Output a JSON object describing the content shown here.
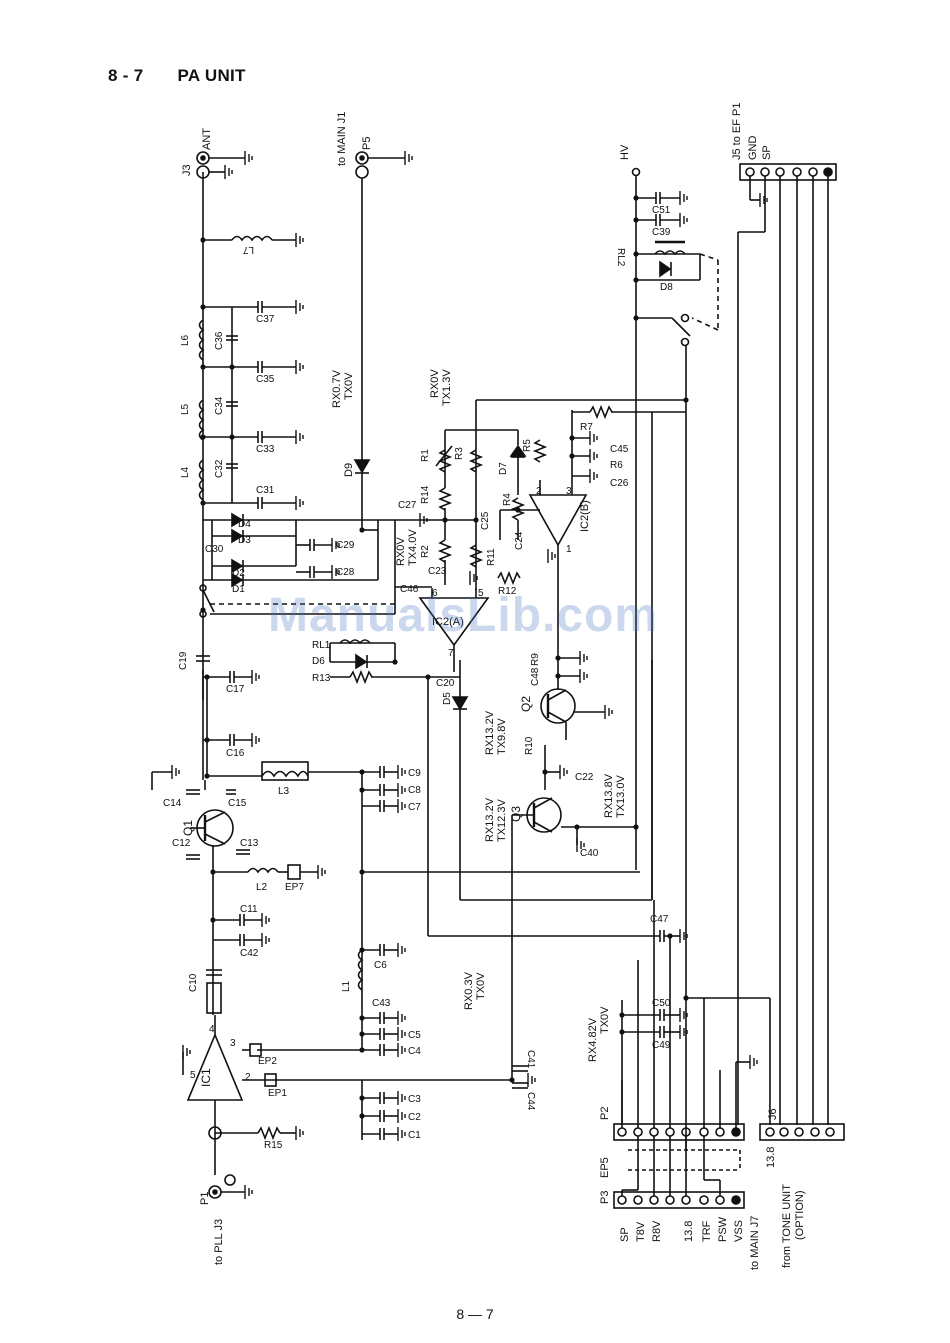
{
  "header": {
    "section": "8 - 7",
    "title": "PA UNIT"
  },
  "footer": {
    "page": "8 — 7"
  },
  "watermark": "ManualsLib.com",
  "colors": {
    "ink": "#111111",
    "paper": "#ffffff",
    "watermark": "#466ebe"
  },
  "labels": {
    "ants": "ANT",
    "j3": "J3",
    "to_main_j1": "to MAIN J1",
    "p5": "P5",
    "hv": "HV",
    "j5_to_ef": "J5 to EF P1",
    "gnd": "GND",
    "sp": "SP",
    "p1": "P1",
    "to_pll_j3": "to PLL J3",
    "l7": "L7",
    "l6": "L6",
    "l5": "L5",
    "l4": "L4",
    "l3": "L3",
    "l2": "L2",
    "l1": "L1",
    "c37": "C37",
    "c36": "C36",
    "c35": "C35",
    "c34": "C34",
    "c33": "C33",
    "c32": "C32",
    "c31": "C31",
    "c30": "C30",
    "c29": "C29",
    "c28": "C28",
    "c27": "C27",
    "c46": "C46",
    "c23": "C23",
    "c25": "C25",
    "c24": "C24",
    "c45": "C45",
    "c26": "C26",
    "c51": "C51",
    "c39": "C39",
    "c19": "C19",
    "c17": "C17",
    "c16": "C16",
    "c14": "C14",
    "c15": "C15",
    "c12": "C12",
    "c13": "C13",
    "c11": "C11",
    "c42": "C42",
    "c10": "C10",
    "c9": "C9",
    "c8": "C8",
    "c7": "C7",
    "c6": "C6",
    "c43": "C43",
    "c5": "C5",
    "c4": "C4",
    "c3": "C3",
    "c2": "C2",
    "c1": "C1",
    "c20": "C20",
    "c48": "C48",
    "c22": "C22",
    "c40": "C40",
    "c47": "C47",
    "c50": "C50",
    "c49": "C49",
    "c41": "C41",
    "c44": "C44",
    "d1": "D1",
    "d2": "D2",
    "d3": "D3",
    "d4": "D4",
    "d5": "D5",
    "d6": "D6",
    "d7": "D7",
    "d8": "D8",
    "d9": "D9",
    "r1": "R1",
    "r2": "R2",
    "r3": "R3",
    "r4": "R4",
    "r5": "R5",
    "r6": "R6",
    "r7": "R7",
    "r9": "R9",
    "r10": "R10",
    "r11": "R11",
    "r12": "R12",
    "r13": "R13",
    "r14": "R14",
    "r15": "R15",
    "rl1": "RL1",
    "rl2": "RL2",
    "q1": "Q1",
    "q2": "Q2",
    "q3": "Q3",
    "ic1": "IC1",
    "ic2a": "IC2(A)",
    "ic2b": "IC2(B)",
    "ep1": "EP1",
    "ep2": "EP2",
    "ep7": "EP7",
    "ep5": "EP5",
    "p2": "P2",
    "p3": "P3",
    "j6": "J6",
    "v_rx07": "RX0.7V",
    "v_tx0v_a": "TX0V",
    "v_rx0v_a": "RX0V",
    "v_tx13": "TX1.3V",
    "v_rx0v_b": "RX0V",
    "v_tx40": "TX4.0V",
    "v_rx132a": "RX13.2V",
    "v_tx98": "TX9.8V",
    "v_rx132b": "RX13.2V",
    "v_tx123": "TX12.3V",
    "v_rx138": "RX13.8V",
    "v_tx130": "TX13.0V",
    "v_rx03": "RX0.3V",
    "v_tx0v_b": "TX0V",
    "v_rx482": "RX4.82V",
    "v_tx0v_c": "TX0V",
    "pin_sp": "SP",
    "pin_t8v": "T8V",
    "pin_r8v": "R8V",
    "pin_138": "13.8",
    "pin_trf": "TRF",
    "pin_psw": "PSW",
    "pin_vss": "VSS",
    "to_main_j7": "to MAIN J7",
    "from_tone": "from TONE UNIT",
    "option": "(OPTION)",
    "j6_138": "13.8"
  }
}
